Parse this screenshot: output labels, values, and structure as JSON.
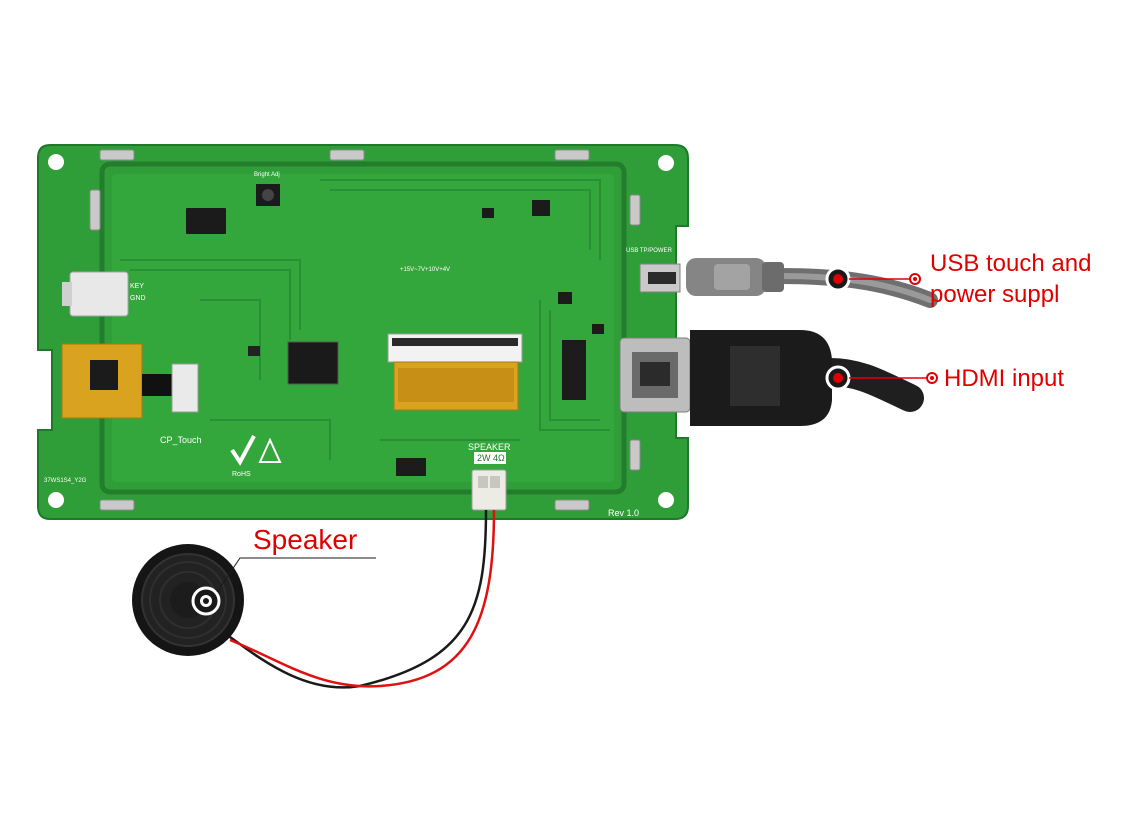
{
  "callouts": {
    "usb_line1": "USB touch and",
    "usb_line2": "power suppl",
    "hdmi": "HDMI input",
    "speaker": "Speaker"
  },
  "board_silkscreen": {
    "speaker_header": "SPEAKER",
    "speaker_rating": "2W 4Ω",
    "revision": "Rev 1.0",
    "cp_touch": "CP_Touch",
    "usb_port": "USB TP/POWER",
    "key": "KEY",
    "gnd": "GND",
    "bright_adj": "Bright Adj",
    "rohs": "RoHS",
    "voltage_note": "+15V~7V+10V+4V",
    "part_no": "37WS1S4_Y2G"
  },
  "colors": {
    "pcb": "#2f9e38",
    "pcb_dark": "#1e7a29",
    "callout_red": "#e00000",
    "cable_grey": "#7a7a7a",
    "hdmi_black": "#1a1a1a",
    "fpc_gold": "#d9a21f"
  }
}
